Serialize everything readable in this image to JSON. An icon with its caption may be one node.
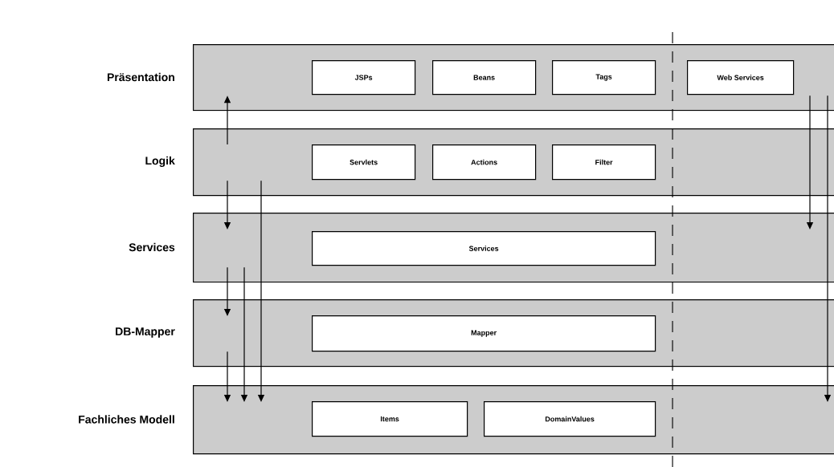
{
  "diagram": {
    "nodes": [
      {
        "text": [
          "Präsentation"
        ]
      },
      {
        "text": [
          "JSPs"
        ],
        "in": 0
      },
      {
        "text": [
          "Beans"
        ],
        "in": 0
      },
      {
        "text": [
          "Tags"
        ],
        "in": 0
      },
      {
        "text": [
          "Web Services"
        ],
        "in": 0
      },
      {
        "text": [
          "Logik"
        ]
      },
      {
        "text": [
          "Servlets"
        ],
        "in": 5
      },
      {
        "text": [
          "Actions"
        ],
        "in": 5
      },
      {
        "text": [
          "Filter"
        ],
        "in": 5
      },
      {
        "text": [
          "Services"
        ]
      },
      {
        "text": [
          "Services"
        ],
        "in": 9
      },
      {
        "text": [
          "DB-Mapper"
        ]
      },
      {
        "text": [
          "Mapper"
        ],
        "in": 11
      },
      {
        "text": [
          "Fachliches Modell"
        ]
      },
      {
        "text": [
          "Items"
        ],
        "in": 13
      },
      {
        "text": [
          "DomainValues"
        ],
        "in": 13
      }
    ],
    "edges": [
      {
        "from": 5,
        "to": 0,
        "arrow": "to"
      },
      {
        "from": 5,
        "to": 9,
        "arrow": "to"
      },
      {
        "from": 5,
        "to": 13,
        "arrow": "to"
      },
      {
        "from": 9,
        "to": 11,
        "arrow": "to"
      },
      {
        "from": 9,
        "to": 13,
        "arrow": "to"
      },
      {
        "from": 11,
        "to": 13,
        "arrow": "to"
      },
      {
        "from": 0,
        "to": 9,
        "arrow": "to"
      },
      {
        "from": 0,
        "to": 13,
        "arrow": "to"
      }
    ]
  }
}
